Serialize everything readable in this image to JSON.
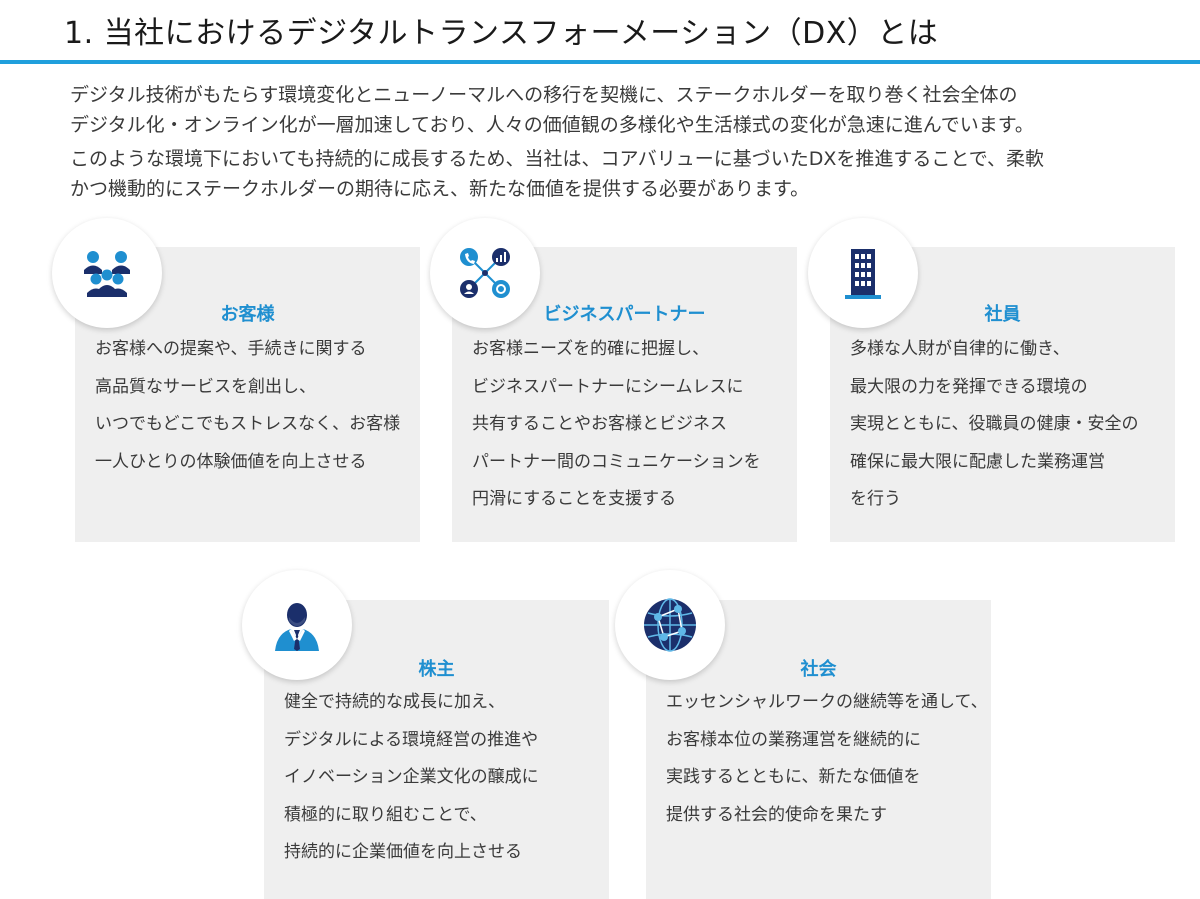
{
  "header": {
    "title": "1. 当社におけるデジタルトランスフォーメーション（DX）とは"
  },
  "intro": {
    "paragraph1": "デジタル技術がもたらす環境変化とニューノーマルへの移行を契機に、ステークホルダーを取り巻く社会全体の\nデジタル化・オンライン化が一層加速しており、人々の価値観の多様化や生活様式の変化が急速に進んでいます。",
    "paragraph2": "このような環境下においても持続的に成長するため、当社は、コアバリューに基づいたDXを推進することで、柔軟\nかつ機動的にステークホルダーの期待に応え、新たな価値を提供する必要があります。"
  },
  "colors": {
    "accent": "#1f9fdc",
    "card_bg": "#efefef",
    "icon_blue": "#1f8fd0",
    "icon_navy": "#1b2f6b"
  },
  "cards": [
    {
      "icon": "people-group-icon",
      "title": "お客様",
      "lines": [
        "お客様への提案や、手続きに関する",
        "高品質なサービスを創出し、",
        "いつでもどこでもストレスなく、お客様",
        "一人ひとりの体験価値を向上させる"
      ]
    },
    {
      "icon": "network-hub-icon",
      "title": "ビジネスパートナー",
      "lines": [
        "お客様ニーズを的確に把握し、",
        "ビジネスパートナーにシームレスに",
        "共有することやお客様とビジネス",
        "パートナー間のコミュニケーションを",
        "円滑にすることを支援する"
      ]
    },
    {
      "icon": "office-building-icon",
      "title": "社員",
      "lines": [
        "多様な人財が自律的に働き、",
        "最大限の力を発揮できる環境の",
        "実現とともに、役職員の健康・安全の",
        "確保に最大限に配慮した業務運営",
        "を行う"
      ]
    },
    {
      "icon": "business-person-icon",
      "title": "株主",
      "lines": [
        "健全で持続的な成長に加え、",
        "デジタルによる環境経営の推進や",
        "イノベーション企業文化の醸成に",
        "積極的に取り組むことで、",
        "持続的に企業価値を向上させる"
      ]
    },
    {
      "icon": "globe-network-icon",
      "title": "社会",
      "lines": [
        "エッセンシャルワークの継続等を通して、",
        "お客様本位の業務運営を継続的に",
        "実践するとともに、新たな価値を",
        "提供する社会的使命を果たす"
      ]
    }
  ]
}
